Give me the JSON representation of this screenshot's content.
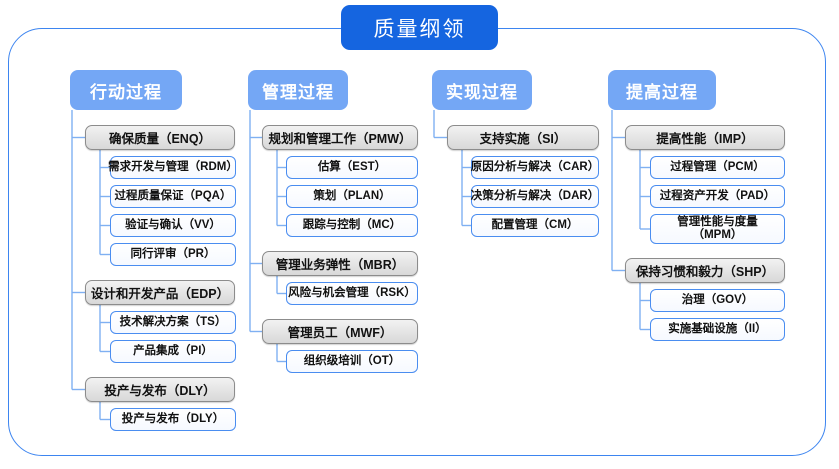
{
  "title": {
    "label": "质量纲领"
  },
  "theme": {
    "title_bg": "#1565e0",
    "category_bg": "#74a7f5",
    "group_border": "#8c8c8c",
    "group_bg": "#e4e4e4",
    "leaf_border": "#4a8df0",
    "connector": "#7fb0f2",
    "frame_border": "#3d85f0"
  },
  "columns": [
    {
      "category": "行动过程",
      "groups": [
        {
          "label": "确保质量（ENQ）",
          "items": [
            "需求开发与管理（RDM）",
            "过程质量保证（PQA）",
            "验证与确认（VV）",
            "同行评审（PR）"
          ]
        },
        {
          "label": "设计和开发产品（EDP）",
          "items": [
            "技术解决方案（TS）",
            "产品集成（PI）"
          ]
        },
        {
          "label": "投产与发布（DLY）",
          "items": [
            "投产与发布（DLY）"
          ]
        }
      ]
    },
    {
      "category": "管理过程",
      "groups": [
        {
          "label": "规划和管理工作（PMW）",
          "items": [
            "估算（EST）",
            "策划（PLAN）",
            "跟踪与控制（MC）"
          ]
        },
        {
          "label": "管理业务弹性（MBR）",
          "items": [
            "风险与机会管理（RSK）"
          ]
        },
        {
          "label": "管理员工（MWF）",
          "items": [
            "组织级培训（OT）"
          ]
        }
      ]
    },
    {
      "category": "实现过程",
      "groups": [
        {
          "label": "支持实施（SI）",
          "items": [
            "原因分析与解决（CAR）",
            "决策分析与解决（DAR）",
            "配置管理（CM）"
          ]
        }
      ]
    },
    {
      "category": "提高过程",
      "groups": [
        {
          "label": "提高性能（IMP）",
          "items": [
            "过程管理（PCM）",
            "过程资产开发（PAD）",
            "管理性能与度量\n（MPM）"
          ]
        },
        {
          "label": "保持习惯和毅力（SHP）",
          "items": [
            "治理（GOV）",
            "实施基础设施（II）"
          ]
        }
      ]
    }
  ]
}
